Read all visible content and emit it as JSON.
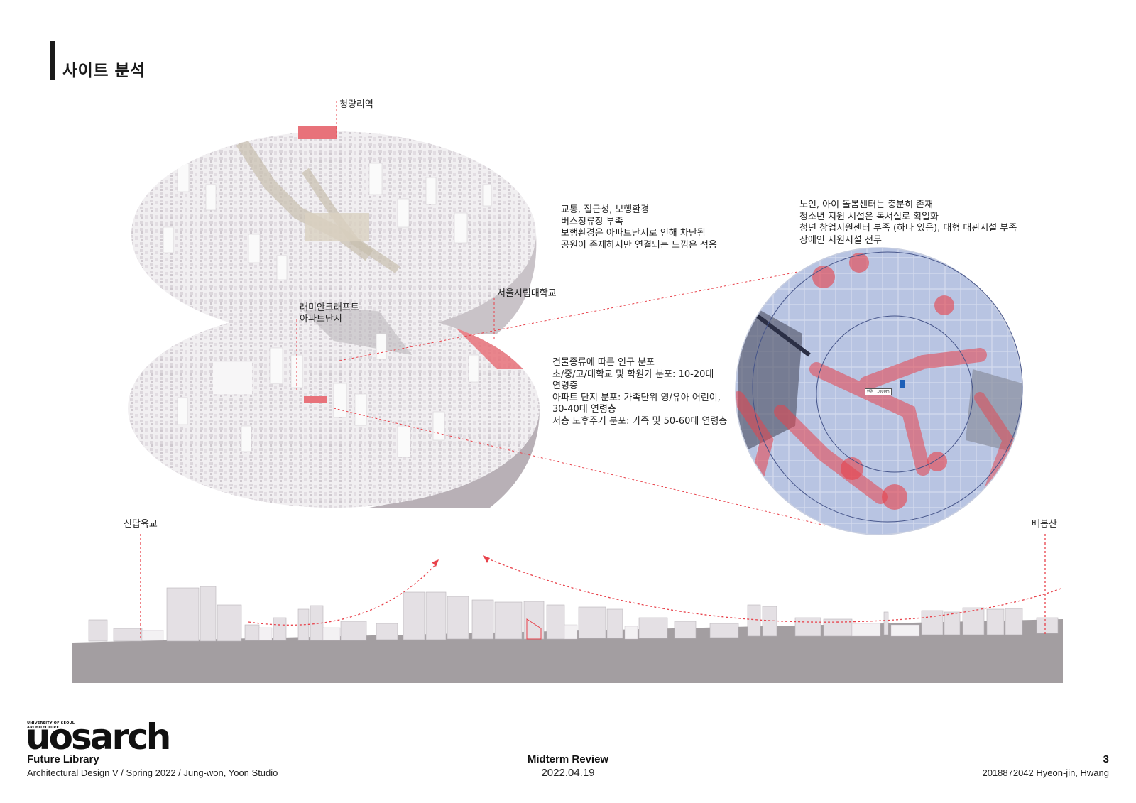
{
  "page": {
    "title": "사이트 분석"
  },
  "labels": {
    "cheongnyangni": "청량리역",
    "uos": "서울시립대학교",
    "raemian_line1": "래미안크래프트",
    "raemian_line2": "아파트단지",
    "sindap": "신답육교",
    "baebongsan": "배봉산"
  },
  "notes": {
    "transport": [
      "교통, 접근성, 보행환경",
      "버스정류장 부족",
      "보행환경은 아파트단지로 인해 차단됨",
      "공원이 존재하지만 연결되는 느낌은 적음"
    ],
    "facilities": [
      "노인, 아이 돌봄센터는 충분히 존재",
      "청소년 지원 시설은 독서실로 획일화",
      "청년 창업지원센터 부족 (하나 있음), 대형 대관시설 부족",
      "장애인 지원시설 전무"
    ],
    "population": [
      "건물종류에 따른 인구 분포",
      "초/중/고/대학교 및 학원가 분포: 10-20대",
      "연령층",
      "아파트 단지 분포: 가족단위 영/유아 어린이,",
      "30-40대 연령층",
      "저층 노후주거 분포: 가족 및 50-60대 연령층"
    ]
  },
  "map": {
    "radius_label": "반경 : 1000m"
  },
  "footer": {
    "logo_small_line1": "UNIVERSITY OF SEOUL",
    "logo_small_line2": "ARCHITECTURE",
    "logo_word": "uosarch",
    "project_title": "Future Library",
    "course": "Architectural Design V / Spring 2022 / Jung-won, Yoon Studio",
    "review": "Midterm Review",
    "date": "2022.04.19",
    "page_number": "3",
    "author": "2018872042  Hyeon-jin, Hwang"
  },
  "colors": {
    "accent_red": "#e8414a",
    "map_blue": "#a9b9dc",
    "ground_gray": "#a39ea1",
    "building_light": "#ece9ec"
  }
}
